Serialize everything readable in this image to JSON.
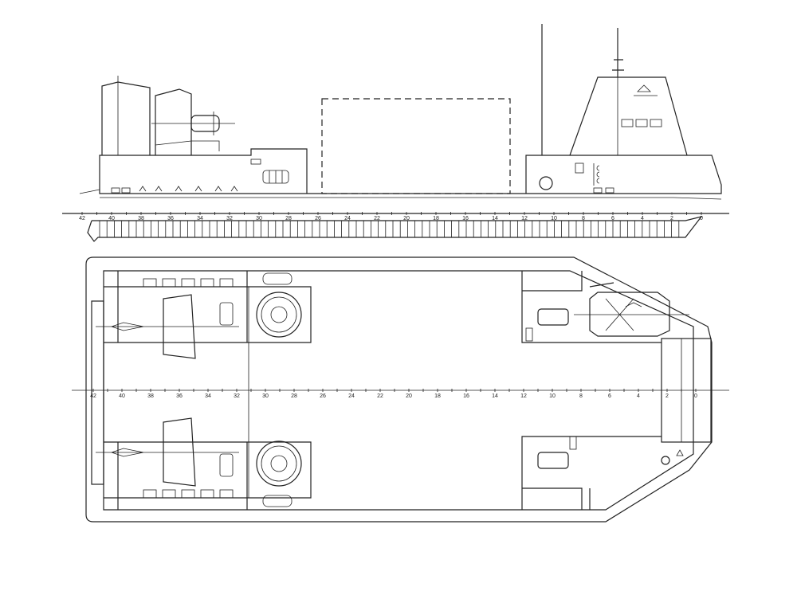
{
  "side_view": {
    "frame_labels": [
      "42",
      "40",
      "38",
      "36",
      "34",
      "32",
      "30",
      "28",
      "26",
      "24",
      "22",
      "20",
      "18",
      "16",
      "14",
      "12",
      "10",
      "8",
      "6",
      "4",
      "2",
      "0"
    ]
  },
  "plan_view": {
    "frame_labels": [
      "42",
      "40",
      "38",
      "36",
      "34",
      "32",
      "30",
      "28",
      "26",
      "24",
      "22",
      "20",
      "18",
      "16",
      "14",
      "12",
      "10",
      "8",
      "6",
      "4",
      "2",
      "0"
    ]
  },
  "colors": {
    "line": "#222222",
    "background": "#ffffff"
  }
}
